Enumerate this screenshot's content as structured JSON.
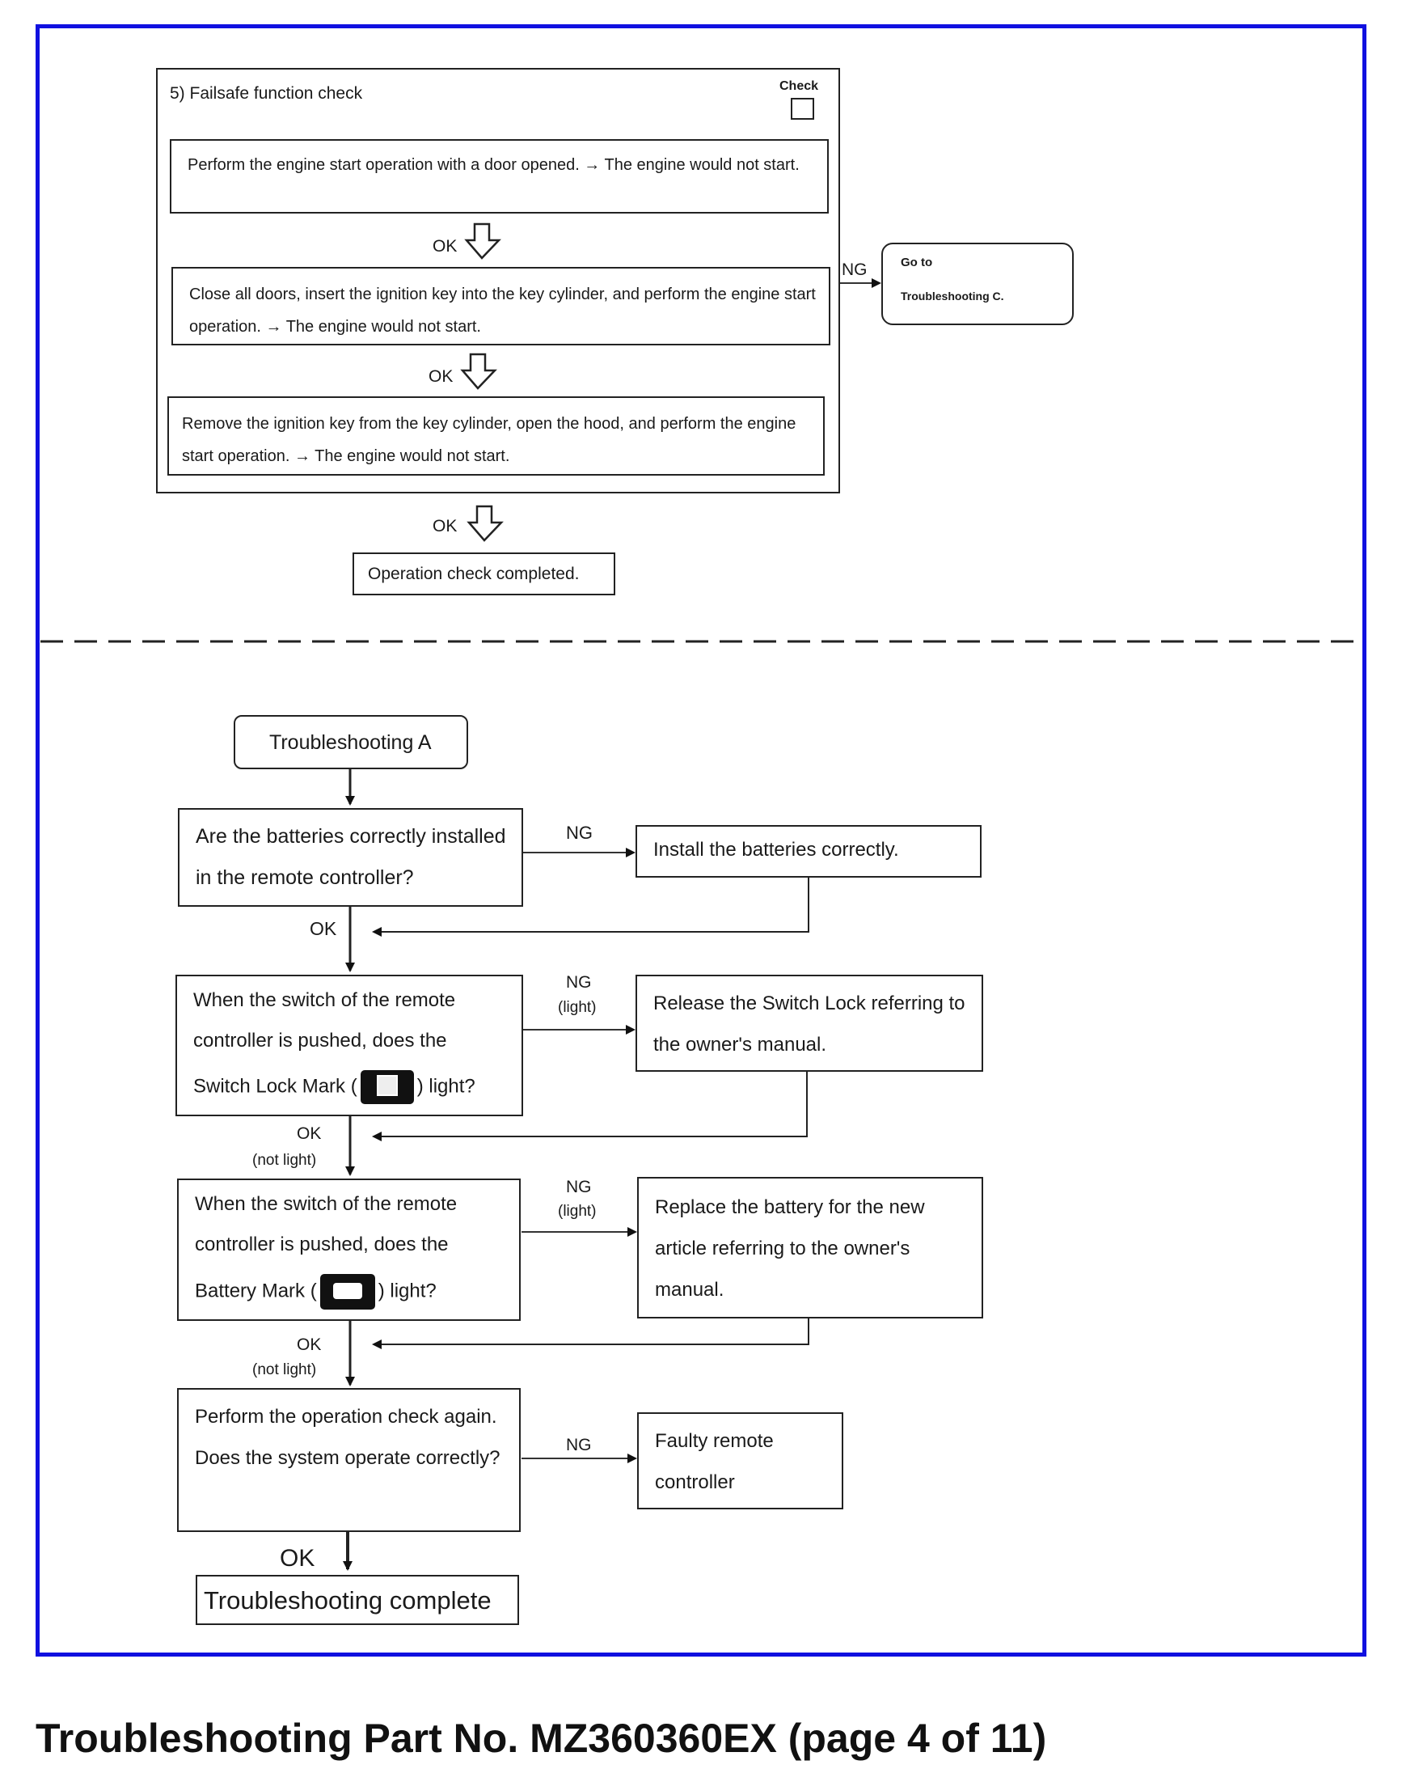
{
  "upper": {
    "section_title": "5) Failsafe function check",
    "check_label": "Check",
    "step1": "Perform the engine start operation with a door opened. → The engine would not start.",
    "step2": "Close all doors, insert the ignition key into the key cylinder, and perform the engine start operation. → The engine would not start.",
    "step3": "Remove the ignition key from the key cylinder, open the hood, and perform the engine start operation. → The engine would not start.",
    "ok1": "OK",
    "ok2": "OK",
    "ok3": "OK",
    "ng": "NG",
    "goto_line1": "Go to",
    "goto_line2": "Troubleshooting C.",
    "completed": "Operation check completed."
  },
  "lower": {
    "start": "Troubleshooting A",
    "q1": "Are the batteries correctly installed in the remote controller?",
    "a1": "Install the batteries correctly.",
    "ng1": "NG",
    "ok1": "OK",
    "q2_line1": "When the switch of the remote",
    "q2_line2": "controller is pushed, does the",
    "q2_pre": "Switch Lock Mark (",
    "q2_post": ") light?",
    "switch_mark_icon": "switch-lock-mark",
    "a2": "Release the Switch Lock referring to the owner's manual.",
    "ng2": "NG",
    "ng2_sub": "(light)",
    "ok2": "OK",
    "ok2_sub": "(not light)",
    "q3_line1": "When the switch of the remote",
    "q3_line2": "controller is pushed, does the",
    "q3_pre": "Battery Mark (",
    "q3_post": ") light?",
    "battery_mark_icon": "battery-mark",
    "a3": "Replace the battery for the new article referring to the owner's manual.",
    "ng3": "NG",
    "ng3_sub": "(light)",
    "ok3": "OK",
    "ok3_sub": "(not light)",
    "q4": "Perform the operation check again. Does the system operate correctly?",
    "a4": "Faulty remote controller",
    "ng4": "NG",
    "ok4": "OK",
    "end": "Troubleshooting complete"
  },
  "footer": {
    "caption": "Troubleshooting Part No. MZ360360EX (page 4 of 11)"
  },
  "colors": {
    "frame": "#1010e0",
    "line": "#222222"
  }
}
